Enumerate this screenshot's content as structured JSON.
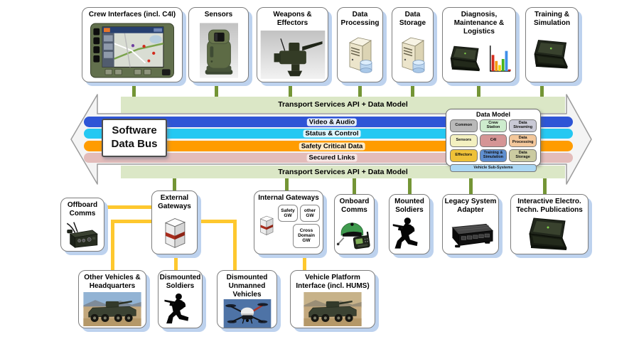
{
  "bus": {
    "label": "Software\nData Bus",
    "transport_label_top": "Transport Services API + Data Model",
    "transport_label_bottom": "Transport Services API + Data Model",
    "lanes": [
      {
        "label": "Video & Audio",
        "color": "#2e55d6",
        "chip": "#e4ecfa"
      },
      {
        "label": "Status & Control",
        "color": "#25c8f2",
        "chip": "#def5fd"
      },
      {
        "label": "Safety Critical Data",
        "color": "#ff9c00",
        "chip": "#fdeac6"
      },
      {
        "label": "Secured Links",
        "color": "#e3bcba",
        "chip": "#f6e7e6"
      }
    ]
  },
  "data_model": {
    "title": "Data Model",
    "cells": [
      {
        "label": "Common",
        "color": "#b9b9b9"
      },
      {
        "label": "Crew\nStation",
        "color": "#cdeccd"
      },
      {
        "label": "Data\nStreaming",
        "color": "#c9c9d6"
      },
      {
        "label": "Sensors",
        "color": "#f3f0c0"
      },
      {
        "label": "C4I",
        "color": "#d59595"
      },
      {
        "label": "Data\nProcessing",
        "color": "#f3c79b"
      },
      {
        "label": "Effectors",
        "color": "#efc138"
      },
      {
        "label": "Training &\nSimulation",
        "color": "#5f8fd0"
      },
      {
        "label": "Data\nStorage",
        "color": "#cbcba1"
      }
    ],
    "footer": {
      "label": "Vehicle Sub-Systems",
      "color": "#abd7f3"
    }
  },
  "nodes": {
    "top": [
      {
        "label": "Crew Interfaces (incl. C4I)"
      },
      {
        "label": "Sensors"
      },
      {
        "label": "Weapons &\nEffectors"
      },
      {
        "label": "Data\nProcessing"
      },
      {
        "label": "Data\nStorage"
      },
      {
        "label": "Diagnosis,\nMaintenance &\nLogistics"
      },
      {
        "label": "Training &\nSimulation"
      }
    ],
    "middle": [
      {
        "label": "Offboard\nComms"
      },
      {
        "label": "External\nGateways"
      },
      {
        "label": "Internal Gateways"
      },
      {
        "label": "Onboard\nComms"
      },
      {
        "label": "Mounted\nSoldiers"
      },
      {
        "label": "Legacy System\nAdapter"
      },
      {
        "label": "Interactive Electro.\nTechn. Publications"
      }
    ],
    "bottom": [
      {
        "label": "Other Vehicles &\nHeadquarters"
      },
      {
        "label": "Dismounted\nSoldiers"
      },
      {
        "label": "Dismounted\nUnmanned\nVehicles"
      },
      {
        "label": "Vehicle Platform\nInterface (incl. HUMS)"
      }
    ]
  },
  "internal_gateways": {
    "sub": [
      {
        "label": "Safety\nGW"
      },
      {
        "label": "other\nGW"
      },
      {
        "label": "Cross\nDomain\nGW"
      }
    ]
  },
  "colors": {
    "connector_green": "#749536",
    "connector_yellow": "#fec82e",
    "transport_band": "#dbe7c6",
    "arrow_fill": "#f4f4f4",
    "arrow_border": "#9b9b9b",
    "box_shadow": "#bdd2ee"
  }
}
